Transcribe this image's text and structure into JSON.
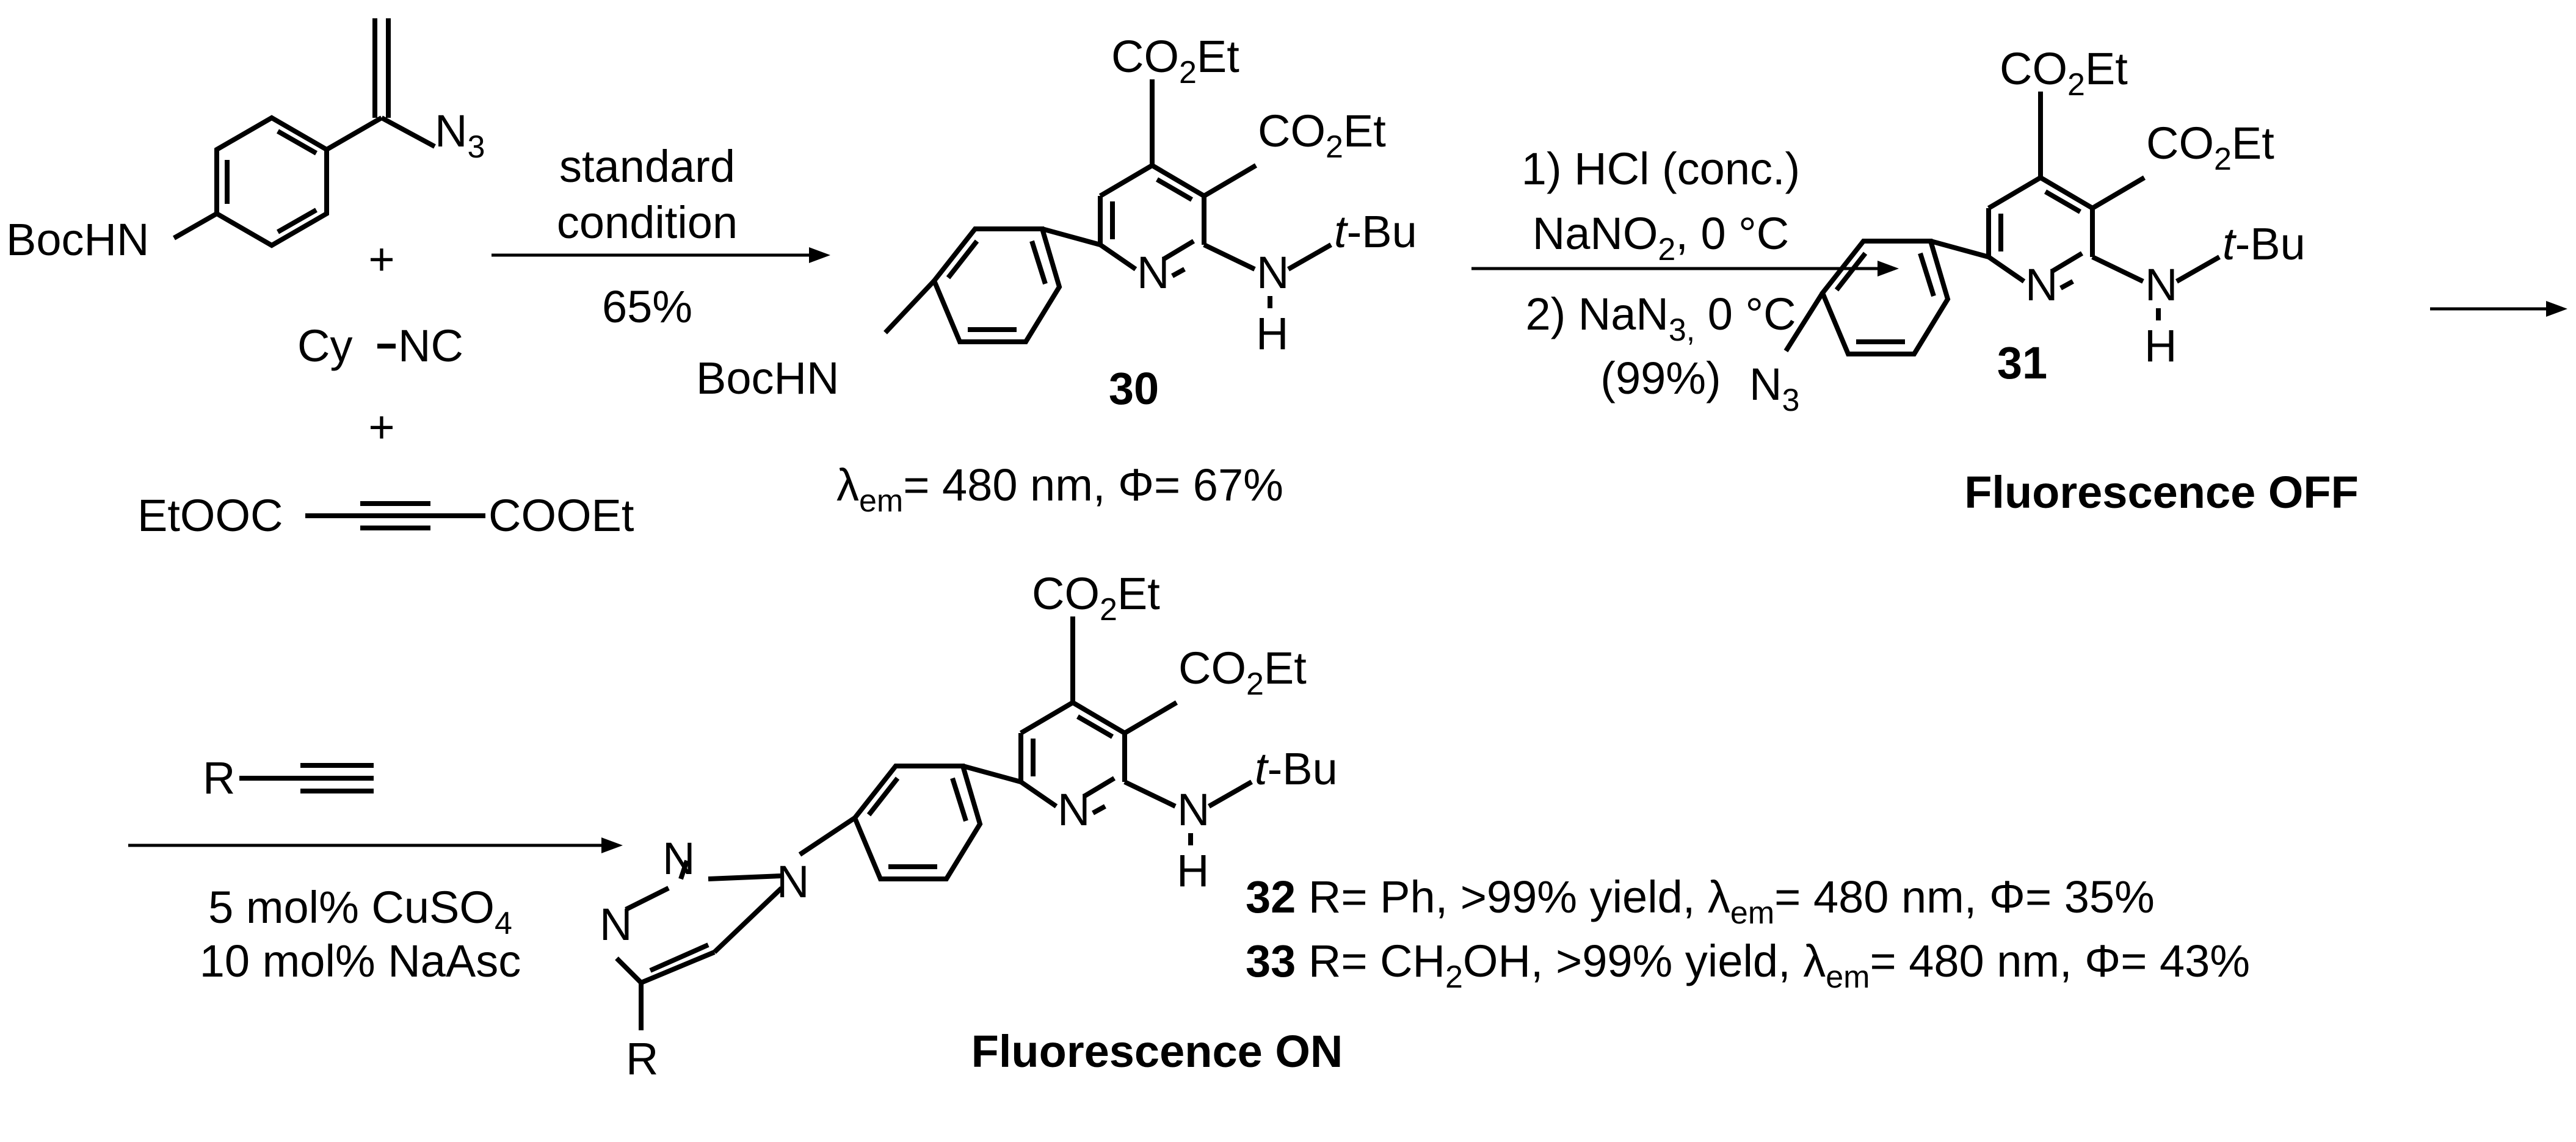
{
  "scheme": {
    "reactants": {
      "boc_amine": "BocHN",
      "azide_n3": "N",
      "azide_n3_sub": "3",
      "plus_1": "+",
      "isocyanide_cy": "Cy",
      "isocyanide_nc": "NC",
      "plus_2": "+",
      "alkyne_left": "EtOOC",
      "alkyne_right": "COOEt"
    },
    "step1": {
      "condition_line1": "standard",
      "condition_line2": "condition",
      "yield": "65%"
    },
    "compound30": {
      "number": "30",
      "boc_amine": "BocHN",
      "ester_top": {
        "pre": "CO",
        "sub": "2",
        "post": "Et"
      },
      "ester_side": {
        "pre": "CO",
        "sub": "2",
        "post": "Et"
      },
      "ring_n": "N",
      "nh_n": "N",
      "nh_h": "H",
      "tbu_t": "t",
      "tbu_rest": "-Bu",
      "photophysics": {
        "lambda": "λ",
        "lambda_sub": "em",
        "lambda_value": "= 480 nm, ",
        "phi": "Φ",
        "phi_value": "= 67%"
      }
    },
    "step2": {
      "line1": "1) HCl (conc.)",
      "line2_pre": "NaNO",
      "line2_sub": "2",
      "line2_post": ", 0 °C",
      "line3_pre": "2) NaN",
      "line3_sub": "3,",
      "line3_post": " 0 °C",
      "yield": "(99%)"
    },
    "compound31": {
      "number": "31",
      "azide_n": "N",
      "azide_sub": "3",
      "ester_top": {
        "pre": "CO",
        "sub": "2",
        "post": "Et"
      },
      "ester_side": {
        "pre": "CO",
        "sub": "2",
        "post": "Et"
      },
      "ring_n": "N",
      "nh_n": "N",
      "nh_h": "H",
      "tbu_t": "t",
      "tbu_rest": "-Bu",
      "caption": "Fluorescence OFF"
    },
    "step3": {
      "alkyne_r": "R",
      "line1_pre": "5 mol% CuSO",
      "line1_sub": "4",
      "line2": "10 mol% NaAsc"
    },
    "product": {
      "ester_top": {
        "pre": "CO",
        "sub": "2",
        "post": "Et"
      },
      "ester_side": {
        "pre": "CO",
        "sub": "2",
        "post": "Et"
      },
      "ring_n": "N",
      "nh_n": "N",
      "nh_h": "H",
      "tbu_t": "t",
      "tbu_rest": "-Bu",
      "triazole_n1": "N",
      "triazole_n2": "N",
      "triazole_n3": "N",
      "triazole_r": "R",
      "caption": "Fluorescence ON",
      "entries": [
        {
          "number": "32",
          "r_text": " R= Ph, >99% yield, ",
          "lambda": "λ",
          "lambda_sub": "em",
          "lambda_value": "= 480 nm, ",
          "phi": "Φ",
          "phi_value": "= 35%"
        },
        {
          "number": "33",
          "r_pre": " R= CH",
          "r_sub": "2",
          "r_post": "OH, >99% yield, ",
          "lambda": "λ",
          "lambda_sub": "em",
          "lambda_value": "= 480 nm, ",
          "phi": "Φ",
          "phi_value": "= 43%"
        }
      ]
    }
  }
}
